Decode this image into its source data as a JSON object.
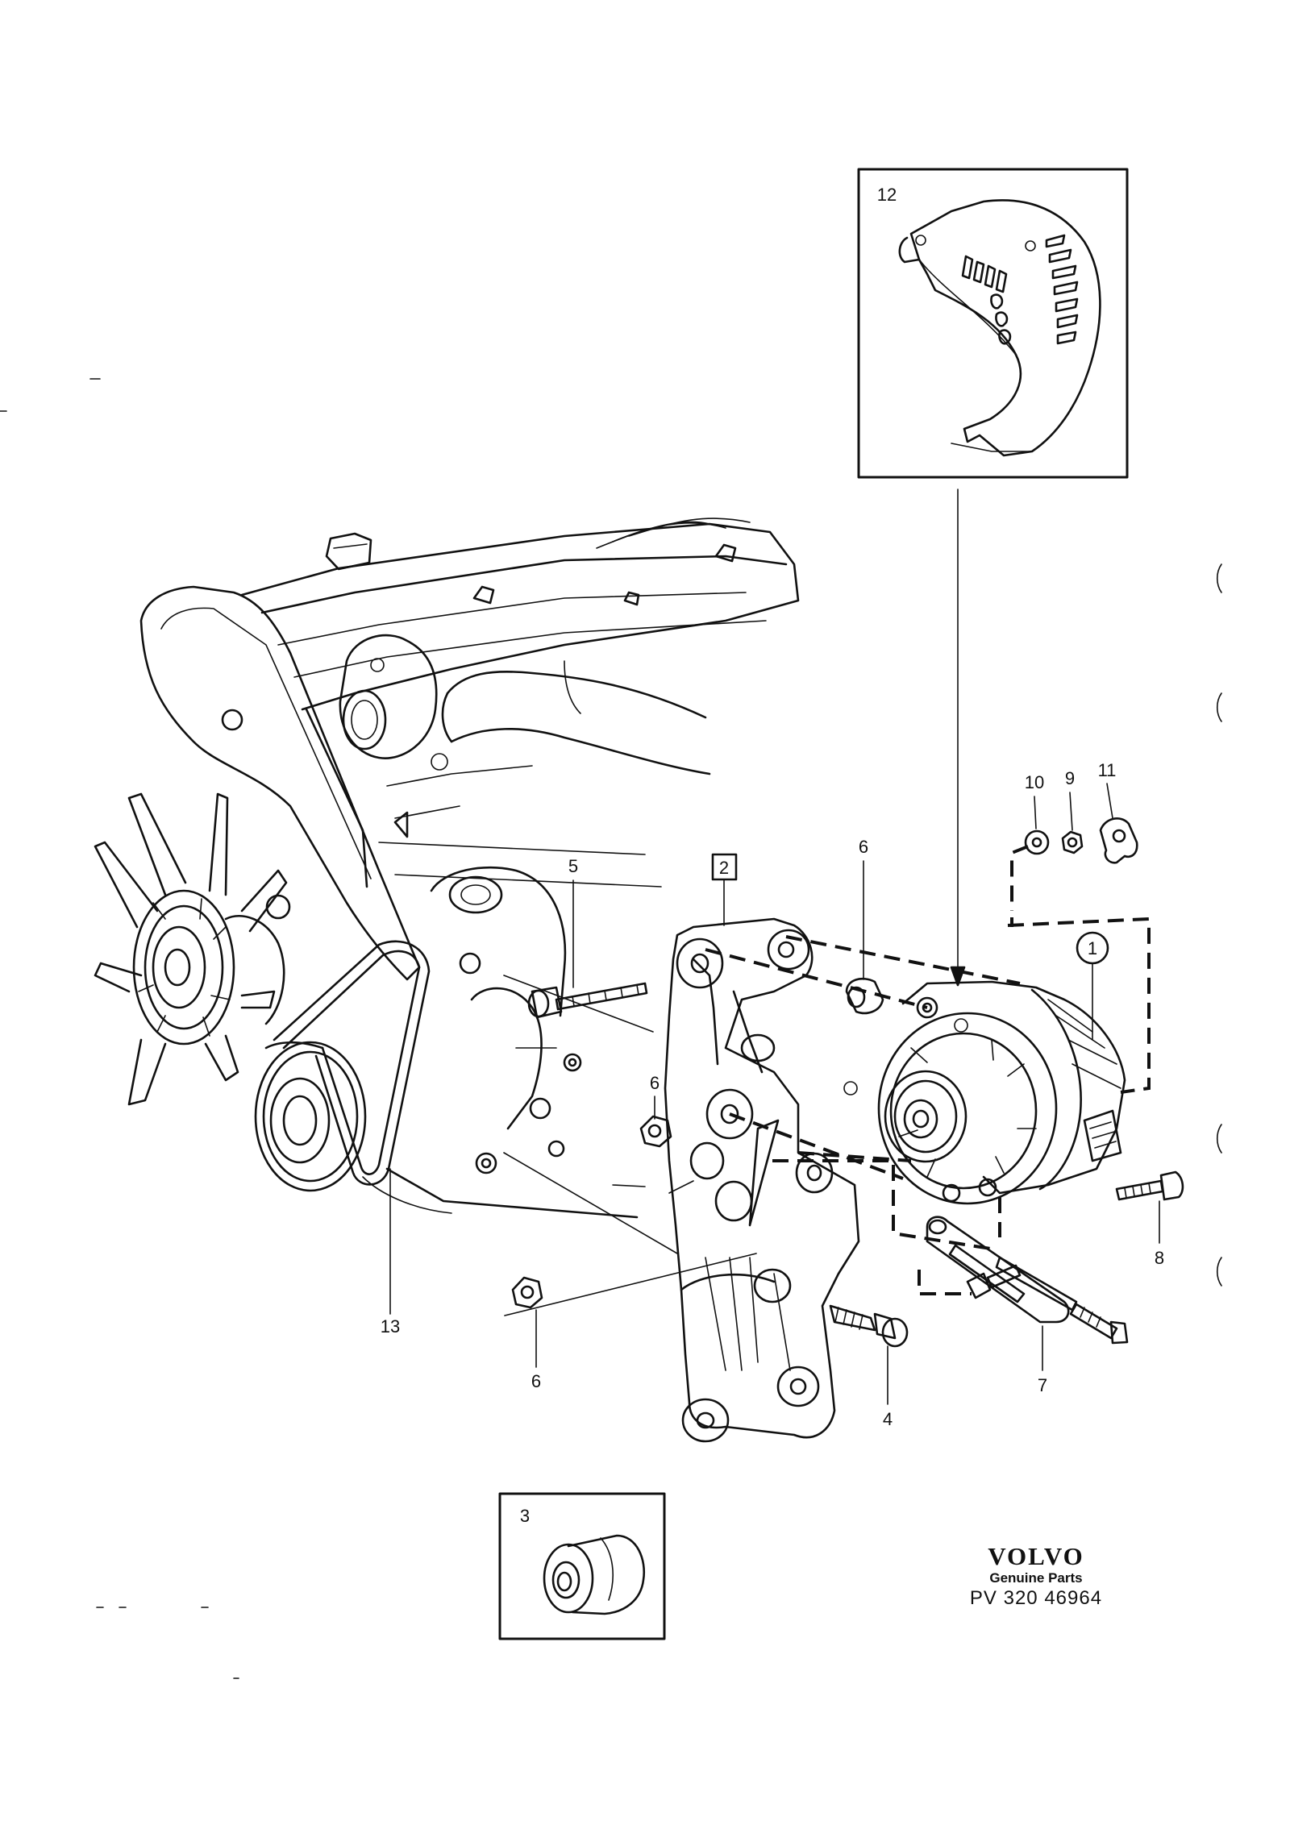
{
  "callouts": {
    "c1": "1",
    "c2": "2",
    "c3": "3",
    "c4": "4",
    "c5": "5",
    "c6a": "6",
    "c6b": "6",
    "c6c": "6",
    "c7": "7",
    "c8": "8",
    "c9": "9",
    "c10": "10",
    "c11": "11",
    "c12": "12",
    "c13": "13"
  },
  "brand": {
    "logo": "VOLVO",
    "subtitle": "Genuine Parts",
    "code": "PV 320 46964"
  }
}
